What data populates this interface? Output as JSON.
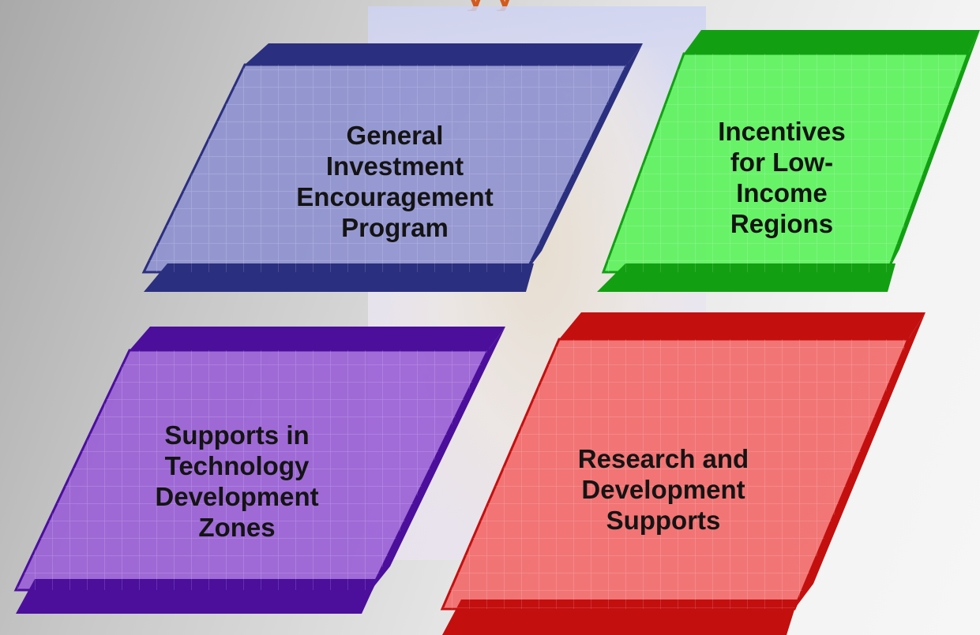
{
  "title_fragment": "y                              y",
  "cards": [
    {
      "id": "general",
      "label": "General Investment Encouragement Program",
      "lines": [
        "General",
        "Investment",
        "Encouragement",
        "Program"
      ],
      "color": "#8f93cf",
      "dark": "#2b2f7f"
    },
    {
      "id": "low-income",
      "label": "Incentives for Low-Income Regions",
      "lines": [
        "Incentives",
        "for Low-",
        "Income",
        "Regions"
      ],
      "color": "#5cf25c",
      "dark": "#12a012"
    },
    {
      "id": "technology",
      "label": "Supports in Technology Development Zones",
      "lines": [
        "Supports in",
        "Technology",
        "Development",
        "Zones"
      ],
      "color": "#9a61d6",
      "dark": "#4b0f9c"
    },
    {
      "id": "research",
      "label": "Research and Development Supports",
      "lines": [
        "Research and",
        "Development",
        "Supports"
      ],
      "color": "#f26a6a",
      "dark": "#c40f0f"
    }
  ],
  "colors": {
    "title": "#d35a1c"
  }
}
